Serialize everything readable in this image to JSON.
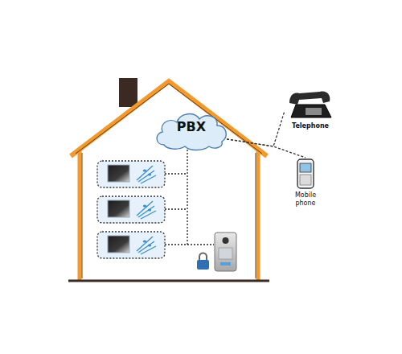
{
  "diagram": {
    "nodes": [
      {
        "text": [
          "PBX"
        ]
      },
      {
        "text": [
          "Telephone"
        ]
      },
      {
        "text": [
          "Mobile phone"
        ]
      }
    ],
    "edges": [
      {
        "from": 0,
        "to": 1,
        "arrow": "none"
      },
      {
        "from": 0,
        "to": 2,
        "arrow": "none"
      }
    ]
  }
}
